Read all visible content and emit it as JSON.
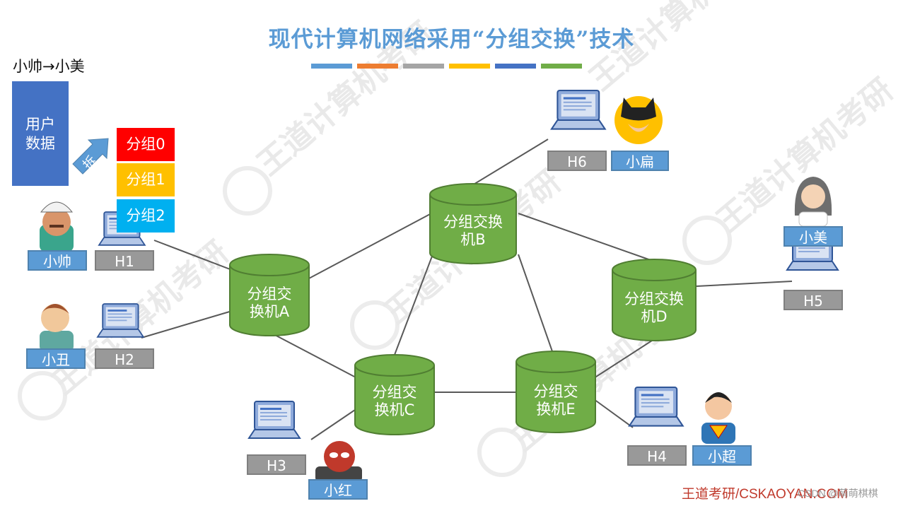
{
  "title": "现代计算机网络采用“分组交换”技术",
  "title_bar_colors": [
    "#5b9bd5",
    "#ed7d31",
    "#a5a5a5",
    "#ffc000",
    "#4472c4",
    "#70ad47"
  ],
  "flow_label": "小帅→小美",
  "user_data": {
    "line1": "用户",
    "line2": "数据"
  },
  "split_label": "拆",
  "packets": [
    {
      "label": "分组0",
      "color": "#ff0000"
    },
    {
      "label": "分组1",
      "color": "#ffc000"
    },
    {
      "label": "分组2",
      "color": "#00b0f0"
    }
  ],
  "switches": {
    "A": {
      "line1": "分组交",
      "line2": "换机A"
    },
    "B": {
      "line1": "分组交换",
      "line2": "机B"
    },
    "C": {
      "line1": "分组交",
      "line2": "换机C"
    },
    "D": {
      "line1": "分组交换",
      "line2": "机D"
    },
    "E": {
      "line1": "分组交",
      "line2": "换机E"
    }
  },
  "hosts": {
    "H1": "H1",
    "H2": "H2",
    "H3": "H3",
    "H4": "H4",
    "H5": "H5",
    "H6": "H6"
  },
  "users": {
    "shuai": "小帅",
    "chou": "小丑",
    "hong": "小红",
    "chao": "小超",
    "mei": "小美",
    "bian": "小扁"
  },
  "colors": {
    "switch_fill": "#70ad47",
    "switch_stroke": "#507e32",
    "link": "#595959",
    "label_blue": "#5b9bd5",
    "label_gray": "#999999",
    "user_data": "#4472c4"
  },
  "watermark": "王道计算机考研",
  "footer": "王道考研/CSKAOYAN.COM",
  "footer_note": "CSDN @萌萌棋棋"
}
